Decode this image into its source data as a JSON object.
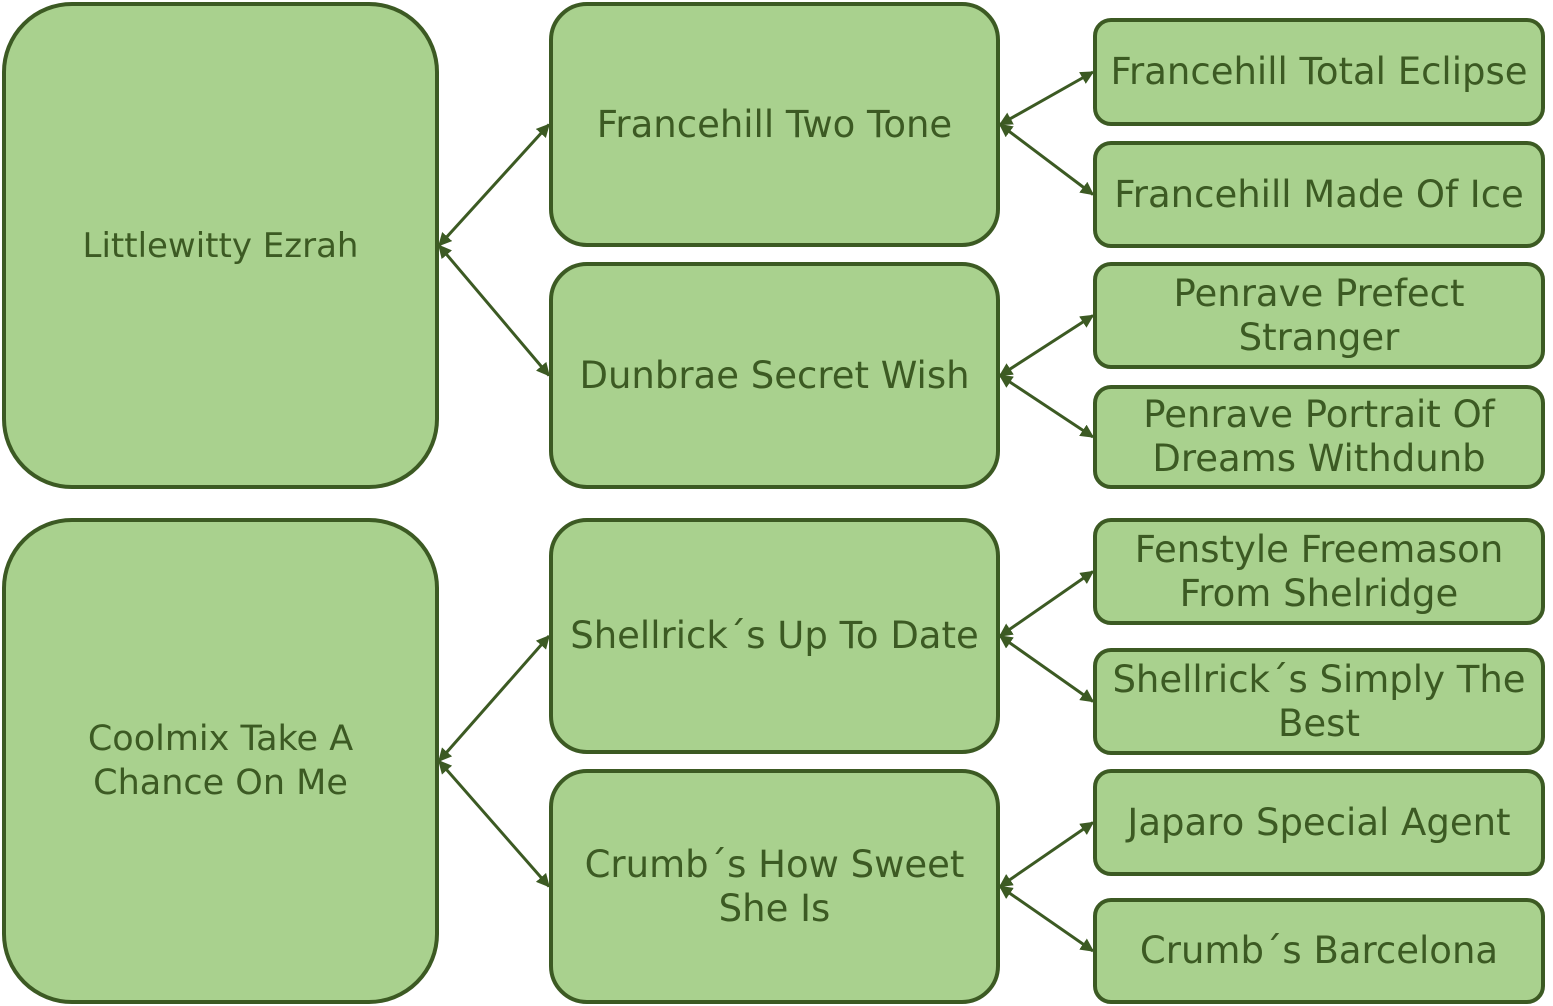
{
  "colors": {
    "box_fill": "#a9d18e",
    "box_border": "#3c5a23",
    "text": "#3c5a23",
    "connector": "#3c5a23"
  },
  "pedigree": {
    "sire_line": {
      "name": "Littlewitty Ezrah",
      "sire": {
        "name": "Francehill Two Tone",
        "sire": "Francehill Total Eclipse",
        "dam": "Francehill Made Of Ice"
      },
      "dam": {
        "name": "Dunbrae Secret Wish",
        "sire": "Penrave Prefect Stranger",
        "dam": "Penrave Portrait Of Dreams Withdunb"
      }
    },
    "dam_line": {
      "name": "Coolmix Take A Chance On Me",
      "sire": {
        "name": "Shellrick´s Up To Date",
        "sire": "Fenstyle Freemason From Shelridge",
        "dam": "Shellrick´s Simply The Best"
      },
      "dam": {
        "name": "Crumb´s How Sweet She Is",
        "sire": "Japaro Special Agent",
        "dam": "Crumb´s Barcelona"
      }
    }
  }
}
